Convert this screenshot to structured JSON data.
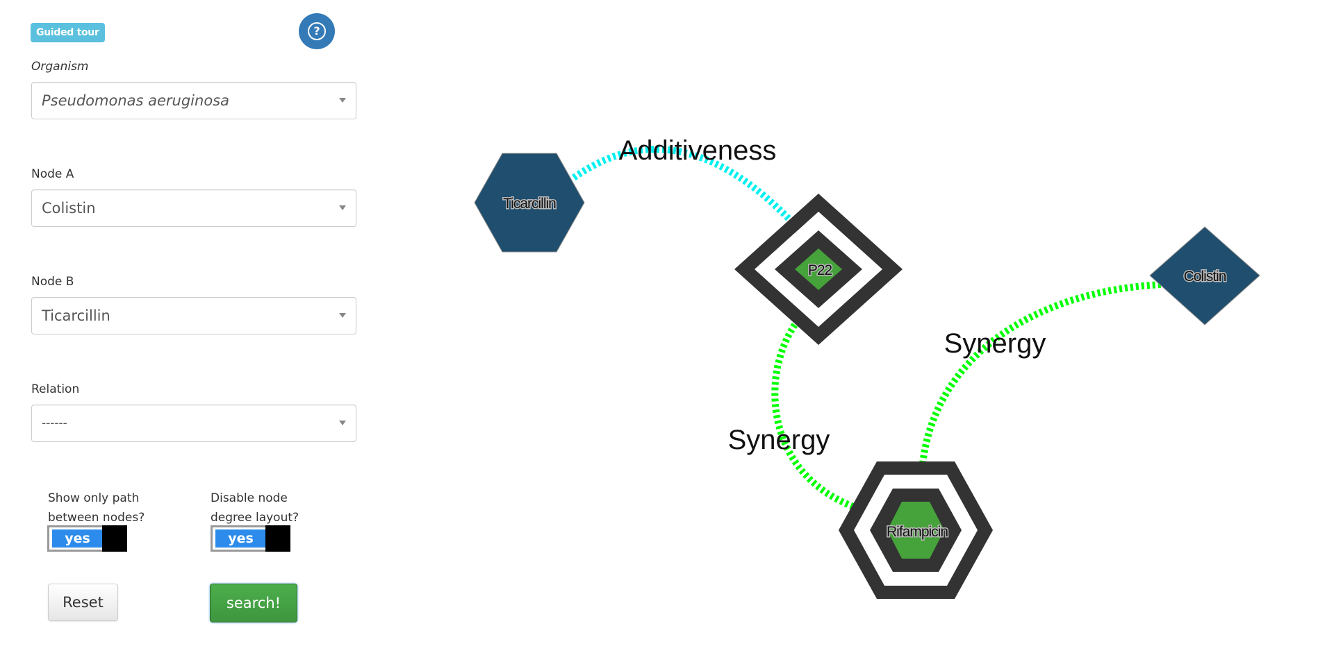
{
  "sidebar": {
    "guided_tour_label": "Guided tour",
    "help_icon": "question-circle-icon",
    "help_glyph": "?",
    "organism": {
      "label": "Organism",
      "value": "Pseudomonas aeruginosa"
    },
    "node_a": {
      "label": "Node A",
      "value": "Colistin"
    },
    "node_b": {
      "label": "Node B",
      "value": "Ticarcillin"
    },
    "relation": {
      "label": "Relation",
      "value": "------"
    },
    "show_only_path": {
      "label_line1": "Show only path",
      "label_line2": "between nodes?",
      "state": "yes"
    },
    "disable_degree_layout": {
      "label_line1": "Disable node",
      "label_line2": "degree layout?",
      "state": "yes"
    },
    "reset_label": "Reset",
    "search_label": "search!"
  },
  "colors": {
    "primary": "#337ab7",
    "info": "#5bc0de",
    "success": "#449d44",
    "node_fill": "#1f4e6e",
    "highlight_fill": "#46a23a",
    "ring": "#333333",
    "additiveness_edge": "#00f0f0",
    "synergy_edge": "#00ff00",
    "toggle_on": "#2d8ceb"
  },
  "graph": {
    "nodes": [
      {
        "id": "ticarcillin",
        "label": "Ticarcillin",
        "shape": "hexagon",
        "highlighted": false
      },
      {
        "id": "p22",
        "label": "P22",
        "shape": "diamond",
        "highlighted": true
      },
      {
        "id": "colistin",
        "label": "Colistin",
        "shape": "diamond",
        "highlighted": false
      },
      {
        "id": "rifampicin",
        "label": "Rifampicin",
        "shape": "hexagon",
        "highlighted": true
      }
    ],
    "edges": [
      {
        "source": "ticarcillin",
        "target": "p22",
        "relation": "Additiveness"
      },
      {
        "source": "p22",
        "target": "rifampicin",
        "relation": "Synergy"
      },
      {
        "source": "rifampicin",
        "target": "colistin",
        "relation": "Synergy"
      }
    ]
  }
}
